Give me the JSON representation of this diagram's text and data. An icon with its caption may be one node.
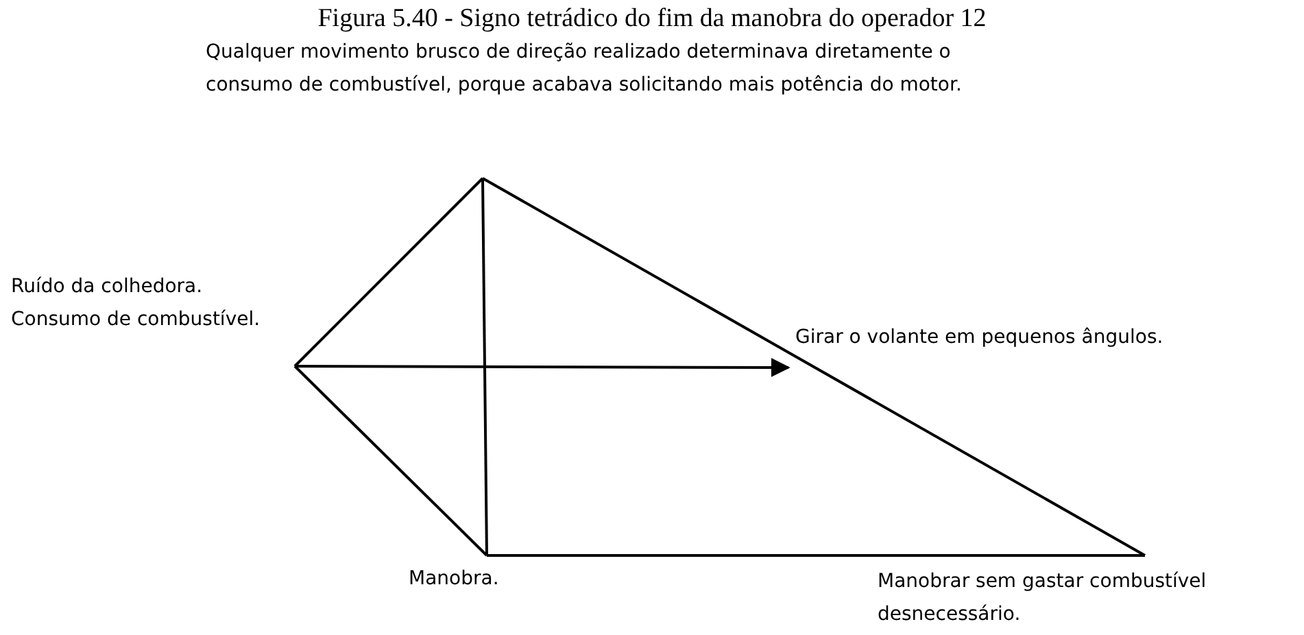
{
  "diagram": {
    "title": "Figura 5.40 - Signo tetrádico do fim da manobra do operador 12",
    "nodes": [
      {
        "text": [
          "Qualquer movimento brusco de direção realizado determinava diretamente o consumo de combustível, porque acabava solicitando mais potência do motor."
        ]
      },
      {
        "text": [
          "Ruído da colhedora.",
          "Consumo de combustível."
        ]
      },
      {
        "text": [
          "Girar o volante em pequenos ângulos."
        ]
      },
      {
        "text": [
          "Manobra."
        ]
      },
      {
        "text": [
          "Manobrar sem gastar combustível desnecessário."
        ]
      }
    ],
    "edges": [
      {
        "from": 0,
        "to": 1,
        "arrow": "none"
      },
      {
        "from": 1,
        "to": 3,
        "arrow": "none"
      },
      {
        "from": 3,
        "to": 4,
        "arrow": "none"
      },
      {
        "from": 4,
        "to": 0,
        "arrow": "none"
      },
      {
        "from": 0,
        "to": 3,
        "arrow": "none"
      },
      {
        "from": 1,
        "to": 2,
        "arrow": "to"
      }
    ]
  }
}
